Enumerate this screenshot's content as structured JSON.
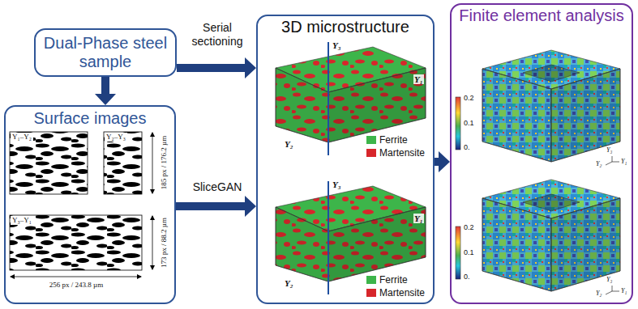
{
  "diagram": {
    "nodes": [
      {
        "text": [
          "Dual-Phase steel sample"
        ]
      },
      {
        "text": [
          "Surface images"
        ]
      },
      {
        "text": [
          "3D microstructure"
        ]
      },
      {
        "text": [
          "Finite element analysis"
        ]
      }
    ],
    "edges": [
      {
        "from": 0,
        "to": 2,
        "arrow": "to",
        "label": "Serial sectioning"
      },
      {
        "from": 0,
        "to": 1,
        "arrow": "to"
      },
      {
        "from": 1,
        "to": 2,
        "arrow": "to",
        "label": "SliceGAN"
      },
      {
        "from": 2,
        "to": 3,
        "arrow": "to"
      }
    ],
    "labels": [
      "Y₁–Y₂",
      "Y₂–Y₃",
      "Y₃–Y₁",
      "185 px / 176.2 µm",
      "173 px / 88.2 µm",
      "256 px / 243.8 µm",
      "Y₃",
      "Y₂",
      "Y₁",
      "Y₃",
      "Y₂",
      "Y₁",
      "0.2",
      "0.1",
      "0.",
      "Y₃",
      "Y₂",
      "Y₁",
      "0.2",
      "0.1",
      "0.",
      "Y₃",
      "Y₂",
      "Y₁"
    ],
    "legend": [
      {
        "text": "Ferrite",
        "color": "#3db54a"
      },
      {
        "text": "Martensite",
        "color": "#d7262b"
      },
      {
        "text": "Ferrite",
        "color": "#3db54a"
      },
      {
        "text": "Martensite",
        "color": "#d7262b"
      }
    ]
  }
}
